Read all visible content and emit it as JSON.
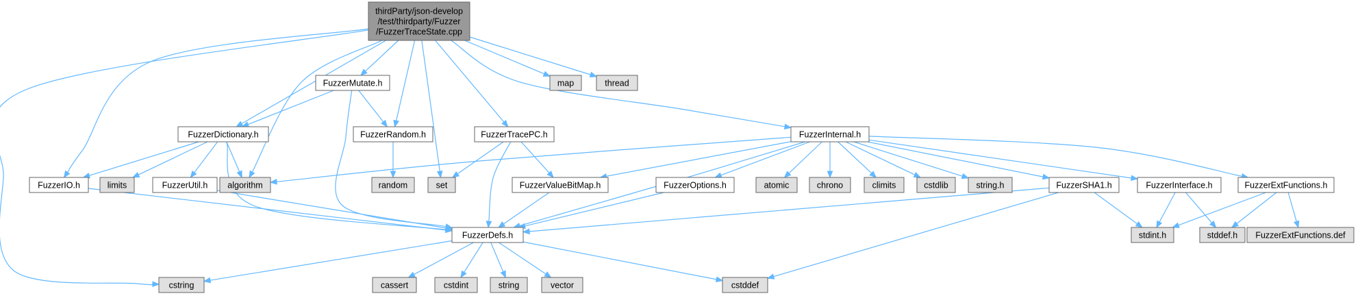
{
  "colors": {
    "root_fill": "#999999",
    "header_fill": "#ffffff",
    "system_fill": "#e0e0e0",
    "border": "#666666",
    "edge": "#63b8ff"
  },
  "nodes": {
    "root": "thirdParty/json-develop\n/test/thirdparty/Fuzzer\n/FuzzerTraceState.cpp",
    "fuzzer_mutate": "FuzzerMutate.h",
    "map": "map",
    "thread": "thread",
    "fuzzer_dictionary": "FuzzerDictionary.h",
    "fuzzer_random": "FuzzerRandom.h",
    "fuzzer_trace_pc": "FuzzerTracePC.h",
    "fuzzer_internal": "FuzzerInternal.h",
    "fuzzer_io": "FuzzerIO.h",
    "limits": "limits",
    "fuzzer_util": "FuzzerUtil.h",
    "algorithm": "algorithm",
    "random": "random",
    "set": "set",
    "fuzzer_value_bitmap": "FuzzerValueBitMap.h",
    "fuzzer_options": "FuzzerOptions.h",
    "atomic": "atomic",
    "chrono": "chrono",
    "climits": "climits",
    "cstdlib": "cstdlib",
    "string_h": "string.h",
    "fuzzer_sha1": "FuzzerSHA1.h",
    "fuzzer_interface": "FuzzerInterface.h",
    "fuzzer_ext_functions": "FuzzerExtFunctions.h",
    "fuzzer_defs": "FuzzerDefs.h",
    "stdint_h": "stdint.h",
    "stddef_h": "stddef.h",
    "fuzzer_ext_functions_def": "FuzzerExtFunctions.def",
    "cstring": "cstring",
    "cassert": "cassert",
    "cstdint": "cstdint",
    "string": "string",
    "vector": "vector",
    "cstddef": "cstddef"
  }
}
